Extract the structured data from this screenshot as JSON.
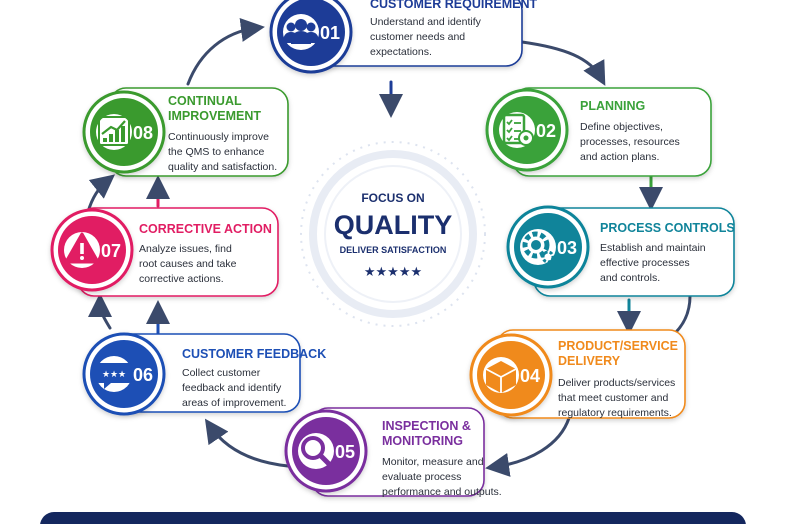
{
  "center": {
    "line1": "FOCUS ON",
    "line2": "QUALITY",
    "line3": "DELIVER SATISFACTION",
    "stars": "★★★★★",
    "color": "#1b2f6e"
  },
  "steps": [
    {
      "number": "01",
      "title": [
        "CUSTOMER REQUIREMENT"
      ],
      "desc": [
        "Understand and identify",
        "customer needs and",
        "expectations."
      ],
      "color": "#1d3c97",
      "icon": "customers-group-icon"
    },
    {
      "number": "02",
      "title": [
        "PLANNING"
      ],
      "desc": [
        "Define objectives,",
        "processes, resources",
        "and action plans."
      ],
      "color": "#3aa23a",
      "icon": "checklist-target-icon"
    },
    {
      "number": "03",
      "title": [
        "PROCESS CONTROLS"
      ],
      "desc": [
        "Establish and maintain",
        "effective processes",
        "and controls."
      ],
      "color": "#10849a",
      "icon": "gear-icon"
    },
    {
      "number": "04",
      "title": [
        "PRODUCT/SERVICE",
        "DELIVERY"
      ],
      "desc": [
        "Deliver products/services",
        "that meet customer and",
        "regulatory requirements."
      ],
      "color": "#f08a1c",
      "icon": "package-box-icon"
    },
    {
      "number": "05",
      "title": [
        "INSPECTION &",
        "MONITORING"
      ],
      "desc": [
        "Monitor, measure and",
        "evaluate process",
        "performance and outputs."
      ],
      "color": "#7a2f9e",
      "icon": "magnifier-icon"
    },
    {
      "number": "06",
      "title": [
        "CUSTOMER FEEDBACK"
      ],
      "desc": [
        "Collect customer",
        "feedback and identify",
        "areas of improvement."
      ],
      "color": "#1d4fb5",
      "icon": "chat-bubble-icon"
    },
    {
      "number": "07",
      "title": [
        "CORRECTIVE ACTION"
      ],
      "desc": [
        "Analyze issues, find",
        "root causes and take",
        "corrective actions."
      ],
      "color": "#e11d63",
      "icon": "warning-triangle-icon"
    },
    {
      "number": "08",
      "title": [
        "CONTINUAL",
        "IMPROVEMENT"
      ],
      "desc": [
        "Continuously improve",
        "the QMS to enhance",
        "quality and satisfaction."
      ],
      "color": "#3a9a2e",
      "icon": "growth-chart-icon"
    }
  ]
}
